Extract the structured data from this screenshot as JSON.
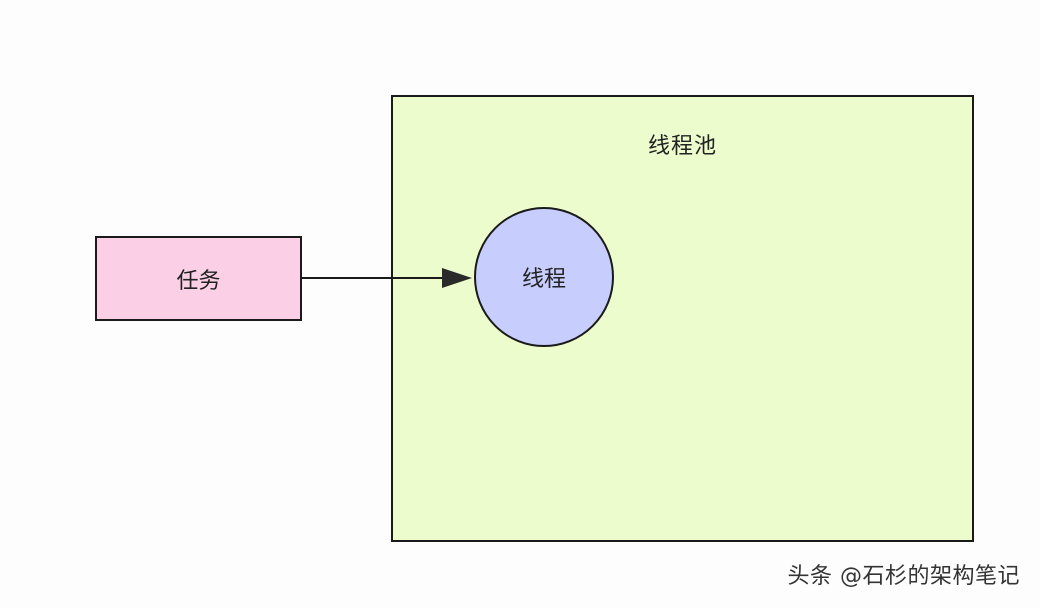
{
  "diagram": {
    "nodes": {
      "task": {
        "label": "任务",
        "fill": "#fbd0e6"
      },
      "pool": {
        "label": "线程池",
        "fill": "#ecfccc"
      },
      "thread": {
        "label": "线程",
        "fill": "#c7cdfc"
      }
    },
    "edges": [
      {
        "from": "task",
        "to": "thread",
        "style": "solid-arrow"
      }
    ]
  },
  "watermark": {
    "text": "头条 @石杉的架构笔记"
  }
}
